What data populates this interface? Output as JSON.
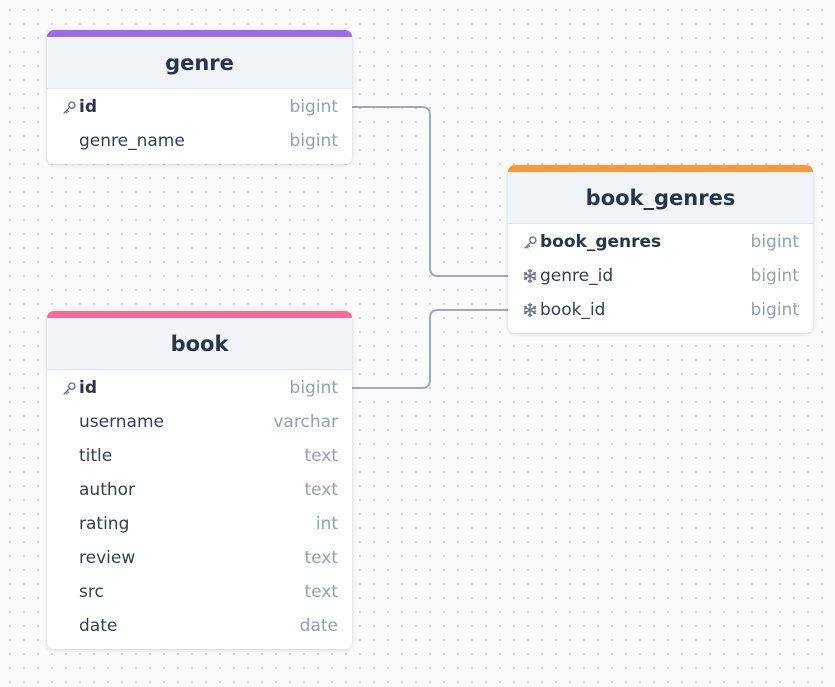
{
  "tables": {
    "genre": {
      "name": "genre",
      "accent_color": "#9b6be8",
      "columns": [
        {
          "name": "id",
          "type": "bigint",
          "icon": "key-icon",
          "primary": true
        },
        {
          "name": "genre_name",
          "type": "bigint",
          "icon": "",
          "primary": false
        }
      ]
    },
    "book": {
      "name": "book",
      "accent_color": "#f46b97",
      "columns": [
        {
          "name": "id",
          "type": "bigint",
          "icon": "key-icon",
          "primary": true
        },
        {
          "name": "username",
          "type": "varchar",
          "icon": "",
          "primary": false
        },
        {
          "name": "title",
          "type": "text",
          "icon": "",
          "primary": false
        },
        {
          "name": "author",
          "type": "text",
          "icon": "",
          "primary": false
        },
        {
          "name": "rating",
          "type": "int",
          "icon": "",
          "primary": false
        },
        {
          "name": "review",
          "type": "text",
          "icon": "",
          "primary": false
        },
        {
          "name": "src",
          "type": "text",
          "icon": "",
          "primary": false
        },
        {
          "name": "date",
          "type": "date",
          "icon": "",
          "primary": false
        }
      ]
    },
    "book_genres": {
      "name": "book_genres",
      "accent_color": "#f79a3e",
      "columns": [
        {
          "name": "book_genres",
          "type": "bigint",
          "icon": "key-icon",
          "primary": true
        },
        {
          "name": "genre_id",
          "type": "bigint",
          "icon": "snowflake-icon",
          "primary": false
        },
        {
          "name": "book_id",
          "type": "bigint",
          "icon": "snowflake-icon",
          "primary": false
        }
      ]
    }
  },
  "relations": [
    {
      "from": "genre.id",
      "to": "book_genres.genre_id"
    },
    {
      "from": "book.id",
      "to": "book_genres.book_id"
    }
  ],
  "colors": {
    "connector": "#a3a8b1",
    "canvas_dot": "#cfd2d8"
  }
}
